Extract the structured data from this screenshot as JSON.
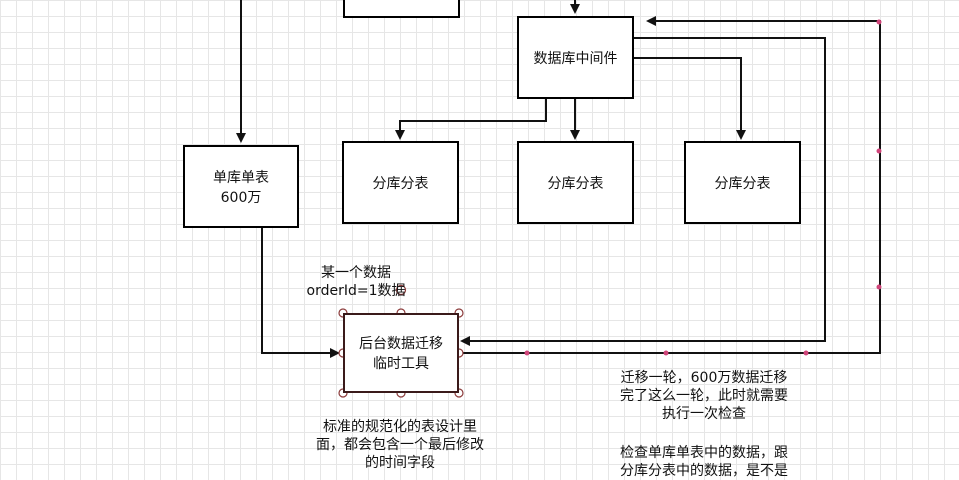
{
  "nodes": {
    "middleware": "数据库中间件",
    "single_table": [
      "单库单表",
      "600万"
    ],
    "shard_1": "分库分表",
    "shard_2": "分库分表",
    "shard_3": "分库分表",
    "migration_tool": [
      "后台数据迁移",
      "临时工具"
    ]
  },
  "annotations": {
    "data_note": [
      "某一个数据",
      "orderId=1数据"
    ],
    "field_note": [
      "标准的规范化的表设计里",
      "面，都会包含一个最后修改",
      "的时间字段"
    ],
    "migration_note": [
      "迁移一轮，600万数据迁移",
      "完了这么一轮，此时就需要",
      "执行一次检查"
    ],
    "check_note": [
      "检查单库单表中的数据，跟",
      "分库分表中的数据，是不是"
    ]
  },
  "colors": {
    "line": "#111111",
    "handle": "#8b3a3a",
    "waypoint": "#d0457a"
  }
}
